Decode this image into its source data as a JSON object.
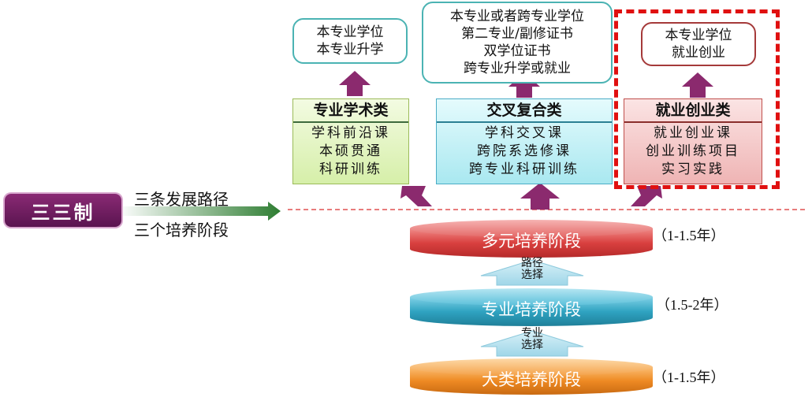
{
  "outcomes": [
    {
      "lines": [
        "本专业学位",
        "本专业升学"
      ]
    },
    {
      "lines": [
        "本专业或者跨专业学位",
        "第二专业/副修证书",
        "双学位证书",
        "跨专业升学或就业"
      ]
    },
    {
      "lines": [
        "本专业学位",
        "就业创业"
      ]
    }
  ],
  "tracks": [
    {
      "title": "专业学术类",
      "items": [
        "学科前沿课",
        "本硕贯通",
        "科研训练"
      ]
    },
    {
      "title": "交叉复合类",
      "items": [
        "学科交叉课",
        "跨院系选修课",
        "跨专业科研训练"
      ]
    },
    {
      "title": "就业创业类",
      "items": [
        "就业创业课",
        "创业训练项目",
        "实习实践"
      ]
    }
  ],
  "system": {
    "badge": "三三制",
    "line1": "三条发展路径",
    "line2": "三个培养阶段"
  },
  "stages": [
    {
      "name": "多元培养阶段",
      "years": "（1-1.5年）",
      "color": "#d9403f"
    },
    {
      "name": "专业培养阶段",
      "years": "（1.5-2年）",
      "color": "#2fa3c1"
    },
    {
      "name": "大类培养阶段",
      "years": "（1-1.5年）",
      "color": "#ee8a23"
    }
  ],
  "path_selection": {
    "line1": "路径",
    "line2": "选择"
  },
  "major_selection": {
    "line1": "专业",
    "line2": "选择"
  },
  "colors": {
    "arrow": "#8b2a6e",
    "highlight": "#e01010",
    "axis_arrow": "#2e7d32"
  }
}
